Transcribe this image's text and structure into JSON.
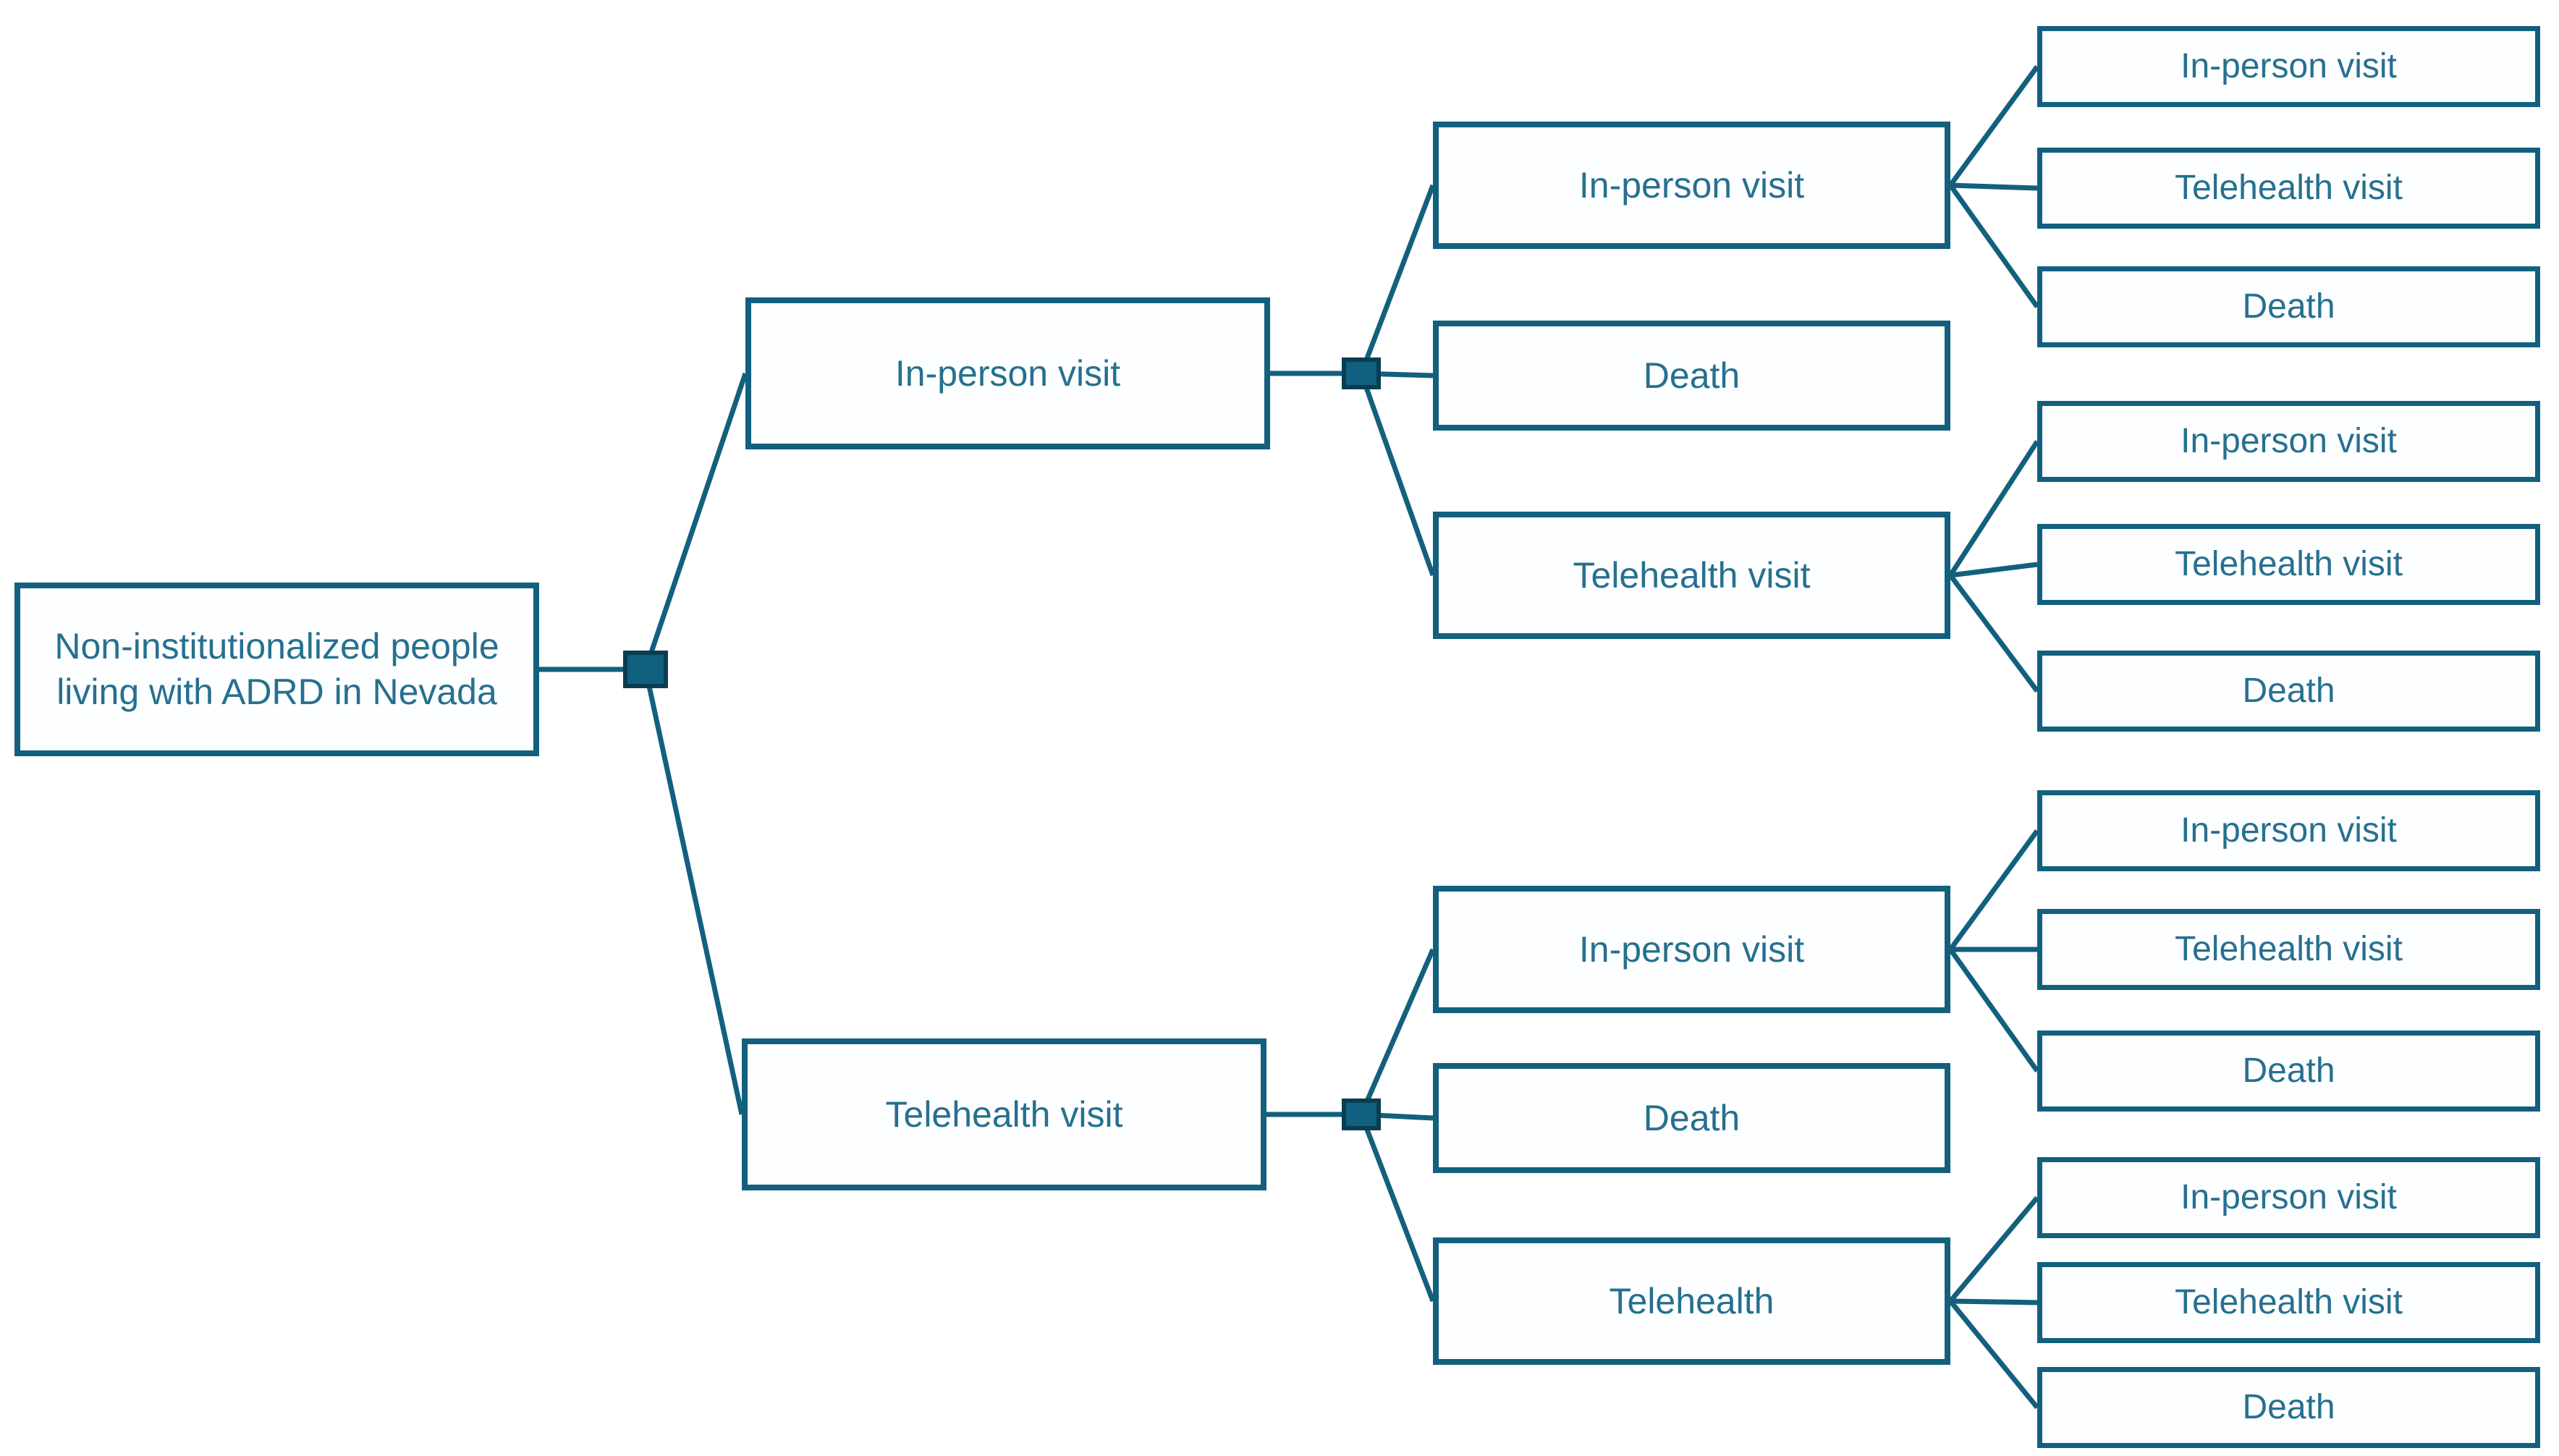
{
  "tree": {
    "root": "Non-institutionalized people living with ADRD in Nevada",
    "level1": [
      "In-person visit",
      "Telehealth visit"
    ],
    "level2_after_inperson": [
      "In-person visit",
      "Death",
      "Telehealth visit"
    ],
    "level2_after_telehealth": [
      "In-person visit",
      "Death",
      "Telehealth"
    ],
    "level3_after_inperson_inperson": [
      "In-person visit",
      "Telehealth visit",
      "Death"
    ],
    "level3_after_inperson_telehealth": [
      "In-person visit",
      "Telehealth visit",
      "Death"
    ],
    "level3_after_telehealth_inperson": [
      "In-person visit",
      "Telehealth visit",
      "Death"
    ],
    "level3_after_telehealth_telehealth": [
      "In-person visit",
      "Telehealth visit",
      "Death"
    ]
  },
  "markers": {
    "chance_node_shape": "filled-square"
  },
  "colors": {
    "box_border": "#13607e",
    "connector_line": "#13607e",
    "text": "#26708f",
    "chance_node_fill": "#10607f",
    "chance_node_stroke": "#0b3d52",
    "box_fill": "#fdfeff",
    "background": "#ffffff"
  }
}
